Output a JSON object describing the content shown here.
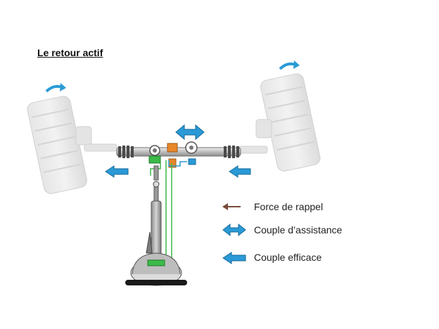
{
  "title": "Le retour actif",
  "legend": {
    "items": [
      {
        "label": "Force de rappel",
        "icon": "thin-arrow-left-icon",
        "color": "#7a4a3a"
      },
      {
        "label": "Couple d’assistance",
        "icon": "double-arrow-icon",
        "color": "#2a9ad6"
      },
      {
        "label": "Couple efficace",
        "icon": "block-arrow-left-icon",
        "color": "#2a9ad6"
      }
    ]
  },
  "colors": {
    "assist_blue": "#2a9ad6",
    "signal_green": "#3cba4a",
    "motor_orange": "#e8862a",
    "wheel_gray": "#d9d9d9",
    "rappel_brown": "#7a4a3a"
  }
}
